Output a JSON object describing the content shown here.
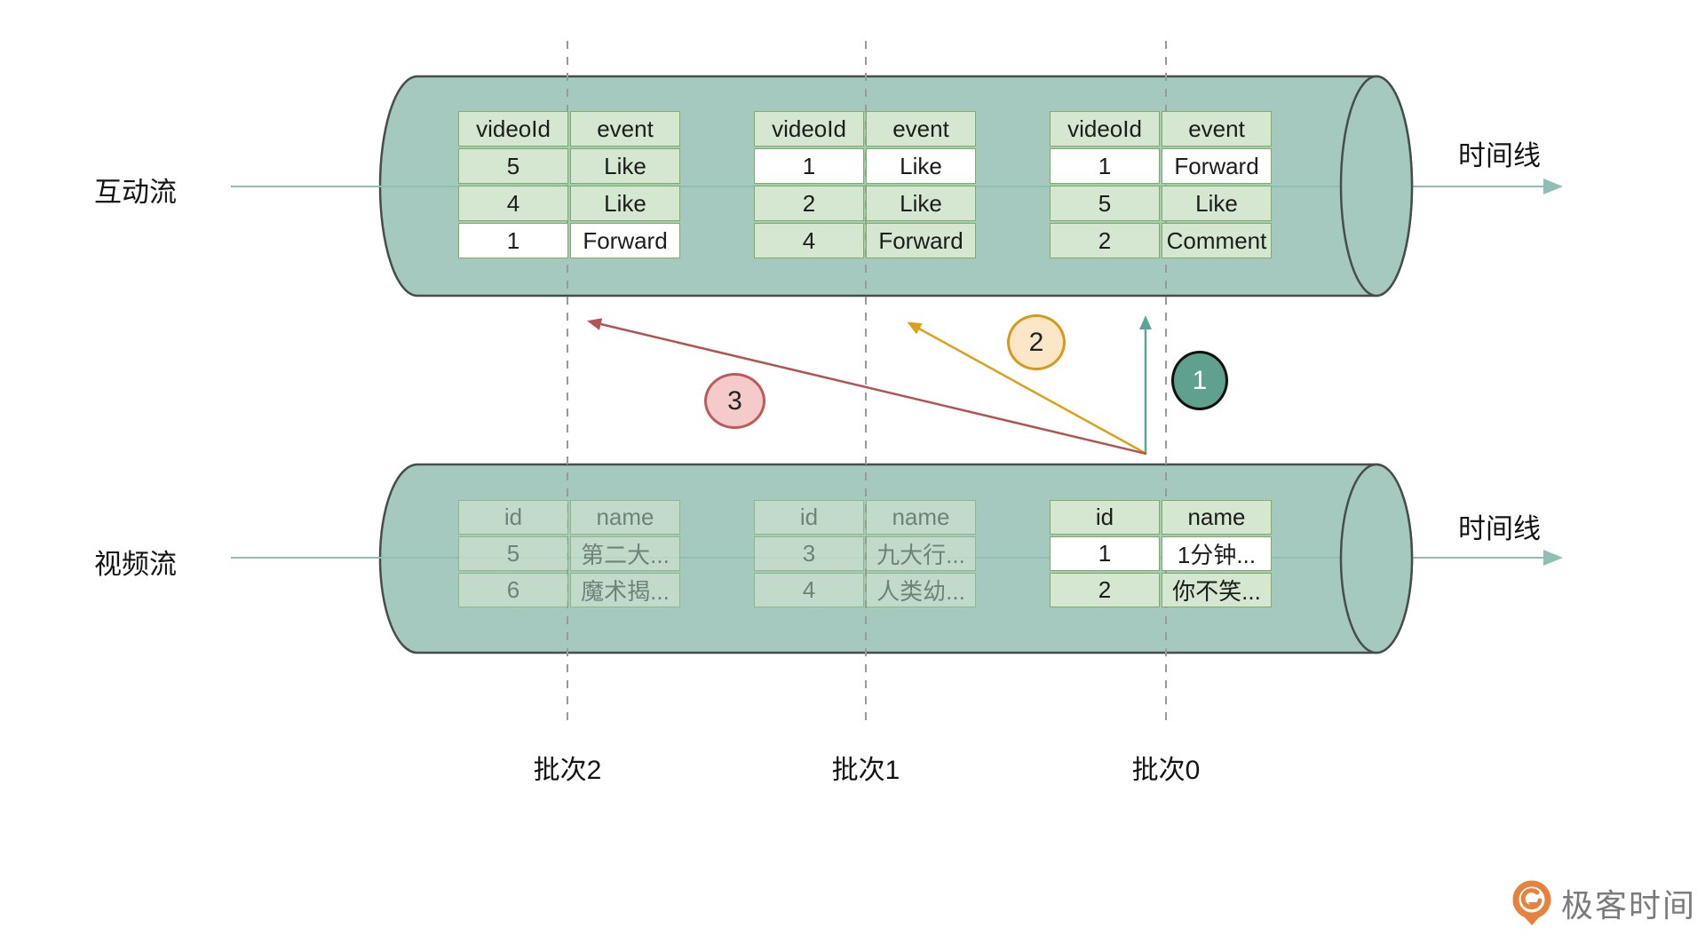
{
  "interaction_stream": {
    "label": "互动流",
    "timeline_label": "时间线",
    "batches": [
      {
        "headers": [
          "videoId",
          "event"
        ],
        "rows": [
          [
            "5",
            "Like"
          ],
          [
            "4",
            "Like"
          ],
          [
            "1",
            "Forward"
          ]
        ],
        "highlight_row": 2
      },
      {
        "headers": [
          "videoId",
          "event"
        ],
        "rows": [
          [
            "1",
            "Like"
          ],
          [
            "2",
            "Like"
          ],
          [
            "4",
            "Forward"
          ]
        ],
        "highlight_row": 0
      },
      {
        "headers": [
          "videoId",
          "event"
        ],
        "rows": [
          [
            "1",
            "Forward"
          ],
          [
            "5",
            "Like"
          ],
          [
            "2",
            "Comment"
          ]
        ],
        "highlight_row": 0
      }
    ]
  },
  "video_stream": {
    "label": "视频流",
    "timeline_label": "时间线",
    "batches": [
      {
        "headers": [
          "id",
          "name"
        ],
        "rows": [
          [
            "5",
            "第二大..."
          ],
          [
            "6",
            "魔术揭..."
          ]
        ],
        "faded": true,
        "highlight_row": null
      },
      {
        "headers": [
          "id",
          "name"
        ],
        "rows": [
          [
            "3",
            "九大行..."
          ],
          [
            "4",
            "人类幼..."
          ]
        ],
        "faded": true,
        "highlight_row": null
      },
      {
        "headers": [
          "id",
          "name"
        ],
        "rows": [
          [
            "1",
            "1分钟..."
          ],
          [
            "2",
            "你不笑..."
          ]
        ],
        "faded": false,
        "highlight_row": 0
      }
    ]
  },
  "batch_axis": {
    "labels": [
      "批次2",
      "批次1",
      "批次0"
    ]
  },
  "steps": {
    "s1": "1",
    "s2": "2",
    "s3": "3"
  },
  "footer": {
    "logo_text": "极客时间"
  },
  "colors": {
    "cylinder_fill": "#a5c8bf",
    "cylinder_stroke": "#474d4a",
    "table_cell_fill": "#d6e7d1",
    "table_border": "#7fae63",
    "table_highlight_fill": "#ffffff",
    "timeline_line": "#8fbfb4",
    "dashed_line": "#999999",
    "arrow_step1": "#5fa39a",
    "arrow_step2": "#dba118",
    "arrow_step3": "#b25351",
    "step1_fill": "#5fa08e",
    "step2_fill": "#fce6c8",
    "step2_border": "#d49a1c",
    "step3_fill": "#f4caca",
    "step3_border": "#bf5a5a",
    "logo_orange": "#e8813b"
  }
}
